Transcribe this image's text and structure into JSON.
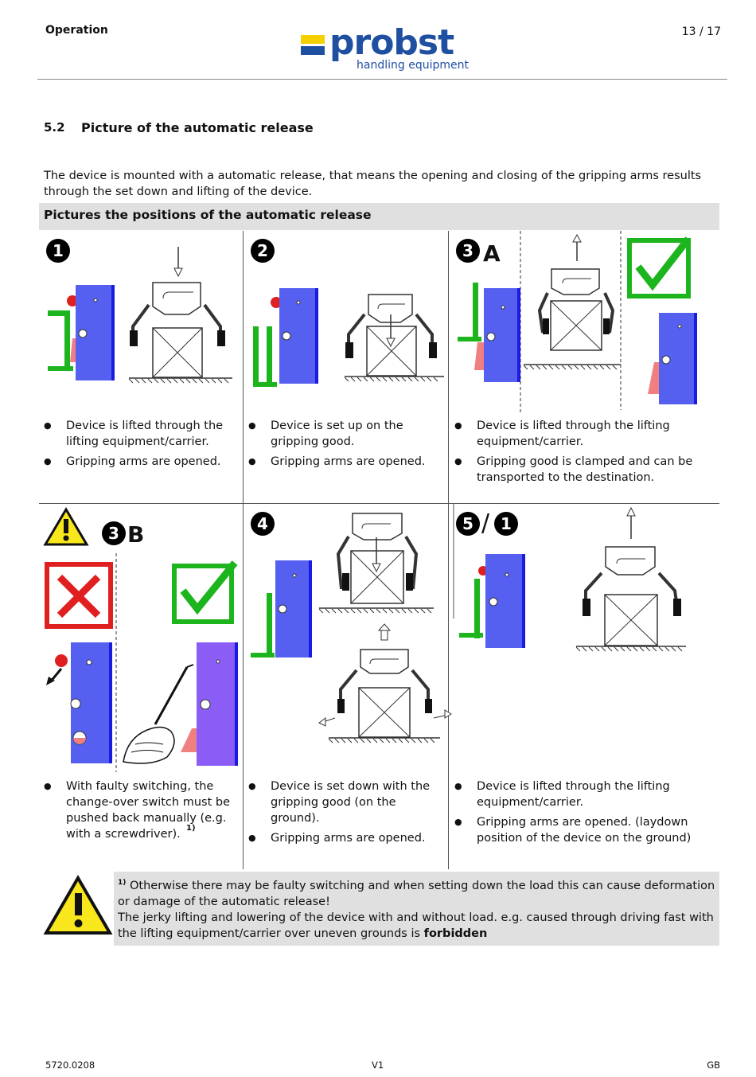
{
  "header": {
    "section": "Operation",
    "page": "13 / 17",
    "logo_word": "probst",
    "logo_sub": "handling equipment"
  },
  "section": {
    "number": "5.2",
    "title": "Picture of the automatic release",
    "intro": "The device is mounted with a automatic release, that means the opening and closing of the gripping arms results through the set down and lifting of the device."
  },
  "table": {
    "heading": "Pictures the positions of the automatic release",
    "cells": [
      {
        "marker": "1",
        "suffix": "",
        "items": [
          "Device is lifted through the lifting equipment/carrier.",
          "Gripping arms are opened."
        ]
      },
      {
        "marker": "2",
        "suffix": "",
        "items": [
          "Device is set up on the gripping good.",
          "Gripping arms are opened."
        ]
      },
      {
        "marker": "3",
        "suffix": "A",
        "items": [
          "Device is lifted through the lifting equipment/carrier.",
          "Gripping good is clamped and can be transported to the destination."
        ]
      },
      {
        "marker": "3",
        "suffix": "B",
        "items": [
          "With faulty switching, the change-over switch must be pushed back manually (e.g. with a screwdriver)."
        ],
        "footnote_ref": "1)"
      },
      {
        "marker": "4",
        "suffix": "",
        "items": [
          "Device is set down with the gripping good (on the ground).",
          "Gripping arms are opened."
        ]
      },
      {
        "marker": "5",
        "marker2": "1",
        "separator": "/",
        "items": [
          "Device is lifted through the lifting equipment/carrier.",
          "Gripping arms are opened. (laydown position of the device on the ground)"
        ]
      }
    ]
  },
  "warning": {
    "footnote_mark": "1)",
    "line1": "Otherwise there may be faulty switching and when setting down the load this can cause deformation or damage of the automatic release!",
    "line2": "The jerky lifting and lowering of the device with and without load. e.g. caused through driving fast with the lifting equipment/carrier over uneven grounds is",
    "line2_bold": "forbidden"
  },
  "footer": {
    "doc_no": "5720.0208",
    "version": "V1",
    "lang": "GB"
  },
  "colors": {
    "brand_blue": "#1f4fa0",
    "brand_yellow": "#f4d000",
    "device_blue": "#5560f0",
    "check_green": "#1db51d",
    "cross_red": "#e02020"
  },
  "icons": [
    "warning-triangle-icon",
    "check-icon",
    "cross-icon",
    "screwdriver-hand-icon"
  ]
}
